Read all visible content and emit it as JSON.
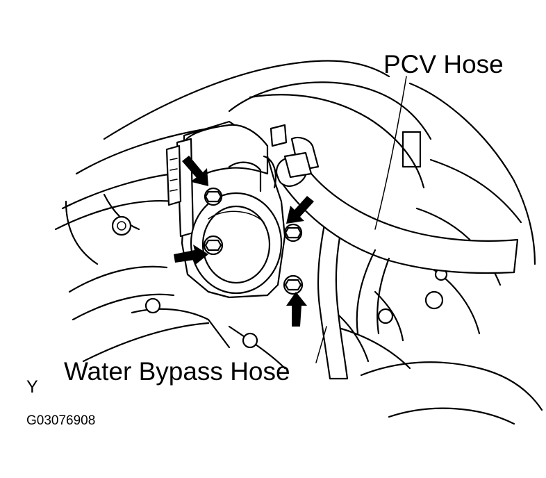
{
  "labels": {
    "pcv_hose": "PCV Hose",
    "water_bypass_hose": "Water Bypass Hose",
    "marker": "Y",
    "figure_code": "G03076908"
  },
  "colors": {
    "ink": "#000000",
    "background": "#ffffff"
  },
  "icons": [
    "arrow-icon",
    "bolt-icon"
  ]
}
